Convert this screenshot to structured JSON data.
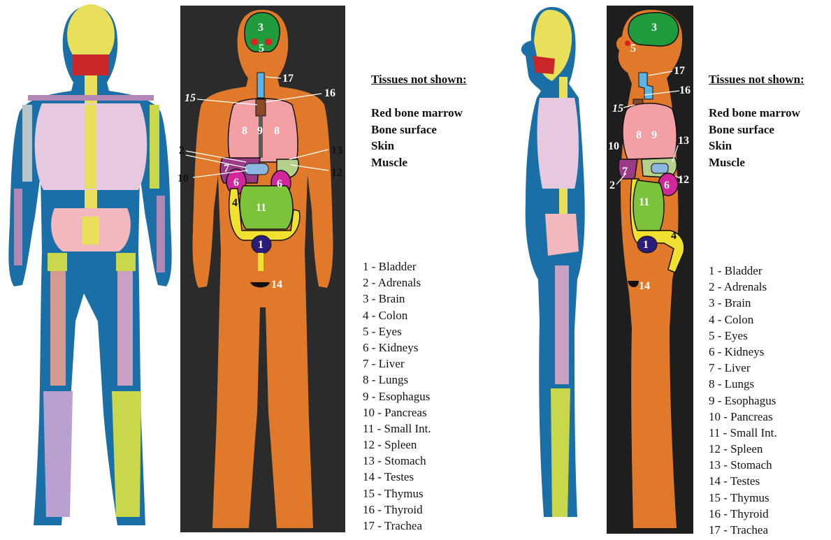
{
  "front_panel": {
    "tissues_heading": "Tissues not shown:",
    "tissues_not_shown": [
      "Red bone marrow",
      "Bone surface",
      "Skin",
      "Muscle"
    ],
    "legend": [
      "1  - Bladder",
      "2  - Adrenals",
      "3  - Brain",
      "4  - Colon",
      "5  - Eyes",
      "6  - Kidneys",
      "7  - Liver",
      "8  - Lungs",
      "9  - Esophagus",
      "10 - Pancreas",
      "11 - Small Int.",
      "12 - Spleen",
      "13 - Stomach",
      "14 - Testes",
      "15 - Thymus",
      "16 - Thyroid",
      "17 - Trachea"
    ]
  },
  "side_panel": {
    "tissues_heading": "Tissues not shown:",
    "tissues_not_shown": [
      "Red bone marrow",
      "Bone surface",
      "Skin",
      "Muscle"
    ],
    "legend": [
      "1  - Bladder",
      "2  - Adrenals",
      "3  - Brain",
      "4  - Colon",
      "5  - Eyes",
      "6  - Kidneys",
      "7  - Liver",
      "8  - Lungs",
      "9  - Esophagus",
      "10 - Pancreas",
      "11 - Small Int.",
      "12 - Spleen",
      "13 - Stomach",
      "14 - Testes",
      "15 - Thymus",
      "16 - Thyroid",
      "17 - Trachea"
    ]
  },
  "organ_numbers": {
    "n1": "1",
    "n2": "2",
    "n3": "3",
    "n4": "4",
    "n5": "5",
    "n6": "6",
    "n7": "7",
    "n8": "8",
    "n9": "9",
    "n10": "10",
    "n11": "11",
    "n12": "12",
    "n13": "13",
    "n14": "14",
    "n15": "15",
    "n16": "16",
    "n17": "17"
  },
  "colors": {
    "soft_tissue": "#1a6fa6",
    "spine_skull": "#e8e05a",
    "ribcage": "#e6c9df",
    "pelvis": "#f2b8bd",
    "scan_body": "#e07a2a",
    "scan_bg": "#2b2b2b",
    "brain": "#1f9a3c",
    "eyes": "#e02020",
    "lungs": "#f2a0a4",
    "liver": "#9a3a86",
    "kidneys": "#d0289a",
    "small_int": "#7cc23a",
    "colon": "#f0e030",
    "bladder": "#2a1e7a",
    "trachea": "#5ab4e6",
    "thymus": "#8a4a2a"
  }
}
